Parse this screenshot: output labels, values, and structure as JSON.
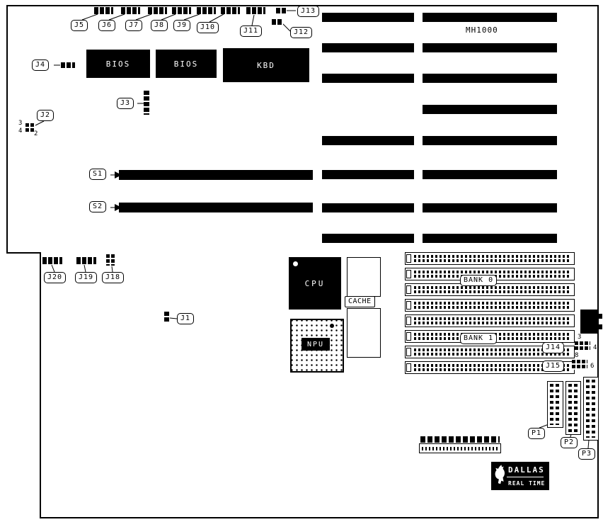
{
  "board": {
    "model": "MH1000"
  },
  "labels": {
    "j1": "J1",
    "j2": "J2",
    "j3": "J3",
    "j4": "J4",
    "j5": "J5",
    "j6": "J6",
    "j7": "J7",
    "j8": "J8",
    "j9": "J9",
    "j10": "J10",
    "j11": "J11",
    "j12": "J12",
    "j13": "J13",
    "j14": "J14",
    "j15": "J15",
    "j18": "J18",
    "j19": "J19",
    "j20": "J20",
    "s1": "S1",
    "s2": "S2",
    "p1": "P1",
    "p2": "P2",
    "p3": "P3",
    "cache": "CACHE",
    "bank0": "BANK 0",
    "bank1": "BANK 1"
  },
  "chips": {
    "bios1": "BIOS",
    "bios2": "BIOS",
    "kbd": "KBD",
    "cpu": "CPU",
    "npu": "NPU"
  },
  "pin_numbers": {
    "j2_top": "3",
    "j2_bottom": "4",
    "j2_right": "2",
    "j14_top": "3",
    "j14_right": "4",
    "j15_top": "8",
    "j15_right": "6"
  },
  "rtc": {
    "brand": "DALLAS",
    "product": "REAL TIME"
  }
}
